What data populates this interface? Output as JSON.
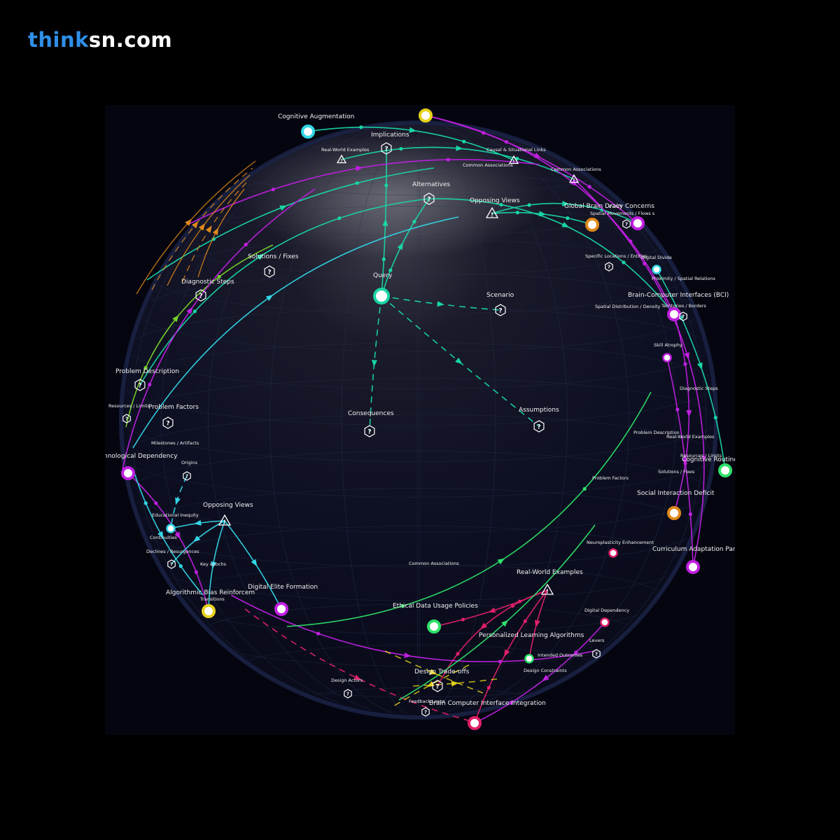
{
  "brand": {
    "part1": "think",
    "part2": "sn.com"
  },
  "colors": {
    "teal": "#19d6a6",
    "cyan": "#33d6e6",
    "magenta": "#c020e0",
    "pink": "#e0206a",
    "orange": "#e08a1a",
    "lime": "#79d12a",
    "yellow": "#e6d21a",
    "green": "#2ee06a"
  },
  "nodes": [
    {
      "id": "query",
      "label": "Query",
      "kind": "circle",
      "color": "#19d6a6",
      "big": true
    },
    {
      "id": "scenario",
      "label": "Scenario",
      "kind": "question"
    },
    {
      "id": "consequences",
      "label": "Consequences",
      "kind": "question"
    },
    {
      "id": "assumptions",
      "label": "Assumptions",
      "kind": "question"
    },
    {
      "id": "alternatives",
      "label": "Alternatives",
      "kind": "question"
    },
    {
      "id": "implications",
      "label": "Implications",
      "kind": "question"
    },
    {
      "id": "solutions",
      "label": "Solutions / Fixes",
      "kind": "question"
    },
    {
      "id": "diagnostic",
      "label": "Diagnostic Steps",
      "kind": "question"
    },
    {
      "id": "problemdesc",
      "label": "Problem Description",
      "kind": "question"
    },
    {
      "id": "problemfactors",
      "label": "Problem Factors",
      "kind": "question"
    },
    {
      "id": "resources",
      "label": "Resources / Limits",
      "kind": "question",
      "small": true
    },
    {
      "id": "milestones",
      "label": "Milestones / Artifacts",
      "kind": "text",
      "small": true
    },
    {
      "id": "techdep",
      "label": "nnological Dependency",
      "kind": "circle",
      "color": "#c020e0"
    },
    {
      "id": "origins",
      "label": "Origins",
      "kind": "question",
      "small": true
    },
    {
      "id": "opposing1",
      "label": "Opposing Views",
      "kind": "warning"
    },
    {
      "id": "eduineq",
      "label": "Educational Inequity",
      "kind": "circle",
      "color": "#33d6e6",
      "small": true
    },
    {
      "id": "continuities",
      "label": "Continuities",
      "kind": "text",
      "small": true
    },
    {
      "id": "declines",
      "label": "Declines / Resurgences",
      "kind": "question",
      "small": true
    },
    {
      "id": "keyepochs",
      "label": "Key epochs",
      "kind": "text",
      "small": true
    },
    {
      "id": "algobias",
      "label": "Algorithmic Bias Reinforcem",
      "kind": "circle",
      "color": "#e6d21a"
    },
    {
      "id": "transitions",
      "label": "Transitions",
      "kind": "text",
      "small": true
    },
    {
      "id": "digitalelite",
      "label": "Digital Elite Formation",
      "kind": "circle",
      "color": "#c020e0"
    },
    {
      "id": "cogaug",
      "label": "Cognitive Augmentation",
      "kind": "circle",
      "color": "#33d6e6"
    },
    {
      "id": "realworld1",
      "label": "Real-World Examples",
      "kind": "warning",
      "small": true
    },
    {
      "id": "commonassoc1",
      "label": "Common Associations",
      "kind": "text",
      "small": true
    },
    {
      "id": "causal",
      "label": "Causal & Situational Links",
      "kind": "warning",
      "small": true
    },
    {
      "id": "commonassoc2",
      "label": "Common Associations",
      "kind": "warning",
      "small": true
    },
    {
      "id": "opposing2",
      "label": "Opposing Views",
      "kind": "warning"
    },
    {
      "id": "globalbrain",
      "label": "Global Brain Drain",
      "kind": "circle",
      "color": "#e08a1a"
    },
    {
      "id": "privacy",
      "label": "vacy Concerns",
      "kind": "circle",
      "color": "#c020e0"
    },
    {
      "id": "spatialmov",
      "label": "Spatial Movements / Flows s",
      "kind": "question",
      "small": true
    },
    {
      "id": "spatialloc",
      "label": "Specific Locations / Entities",
      "kind": "question",
      "small": true
    },
    {
      "id": "digitaldivide",
      "label": "Digital Divide",
      "kind": "circle",
      "color": "#33d6e6",
      "small": true
    },
    {
      "id": "proximity",
      "label": "Proximity / Spatial Relations",
      "kind": "text",
      "small": true
    },
    {
      "id": "bci",
      "label": "Brain-Computer Interfaces (BCI)",
      "kind": "circle",
      "color": "#c020e0"
    },
    {
      "id": "territories",
      "label": "Territories / Borders",
      "kind": "question",
      "small": true
    },
    {
      "id": "spatialdist",
      "label": "Spatial Distribution / Density",
      "kind": "text",
      "small": true
    },
    {
      "id": "skillatrophy",
      "label": "Skill Atrophy",
      "kind": "circle",
      "color": "#c020e0",
      "small": true
    },
    {
      "id": "diagnostic2",
      "label": "Diagnostic Steps",
      "kind": "text",
      "small": true
    },
    {
      "id": "problemdesc2",
      "label": "Problem Description",
      "kind": "text",
      "small": true
    },
    {
      "id": "realworld2",
      "label": "Real-World Examples",
      "kind": "text",
      "small": true
    },
    {
      "id": "cogroutines",
      "label": "Cognitive Routines D",
      "kind": "circle",
      "color": "#2ee06a"
    },
    {
      "id": "resources2",
      "label": "Resources / Limits",
      "kind": "text",
      "small": true
    },
    {
      "id": "solutions2",
      "label": "Solutions / Fixes",
      "kind": "text",
      "small": true
    },
    {
      "id": "problemfactors2",
      "label": "Problem Factors",
      "kind": "text",
      "small": true
    },
    {
      "id": "socialdeficit",
      "label": "Social Interaction Deficit",
      "kind": "circle",
      "color": "#e08a1a"
    },
    {
      "id": "neuroplast",
      "label": "Neuroplasticity Enhancement",
      "kind": "circle",
      "color": "#e0206a",
      "small": true
    },
    {
      "id": "curriculum",
      "label": "Curriculum Adaptation Paralysis",
      "kind": "circle",
      "color": "#c020e0"
    },
    {
      "id": "commonassoc3",
      "label": "Common Associations",
      "kind": "text",
      "small": true
    },
    {
      "id": "realworld3",
      "label": "Real-World Examples",
      "kind": "warning"
    },
    {
      "id": "ethical",
      "label": "Ethical Data Usage Policies",
      "kind": "circle",
      "color": "#2ee06a"
    },
    {
      "id": "digitaldep",
      "label": "Digital Dependency",
      "kind": "circle",
      "color": "#e0206a",
      "small": true
    },
    {
      "id": "personalized",
      "label": "Personalized Learning Algorithms",
      "kind": "text"
    },
    {
      "id": "levers",
      "label": "Levers",
      "kind": "question",
      "small": true
    },
    {
      "id": "intended",
      "label": "Intended Outcomes",
      "kind": "circle",
      "color": "#2ee06a",
      "small": true
    },
    {
      "id": "designconstraints",
      "label": "Design Constraints",
      "kind": "text",
      "small": true
    },
    {
      "id": "designtradeoffs",
      "label": "Design Trade-offs",
      "kind": "question"
    },
    {
      "id": "designactors",
      "label": "Design Actors",
      "kind": "question",
      "small": true
    },
    {
      "id": "feedback",
      "label": "Feedback Loops",
      "kind": "question",
      "small": true
    },
    {
      "id": "bciintegration",
      "label": "Brain Computer Interface Integration",
      "kind": "circle",
      "color": "#e0206a"
    },
    {
      "id": "topnode",
      "label": "",
      "kind": "circle",
      "color": "#e6d21a"
    }
  ]
}
